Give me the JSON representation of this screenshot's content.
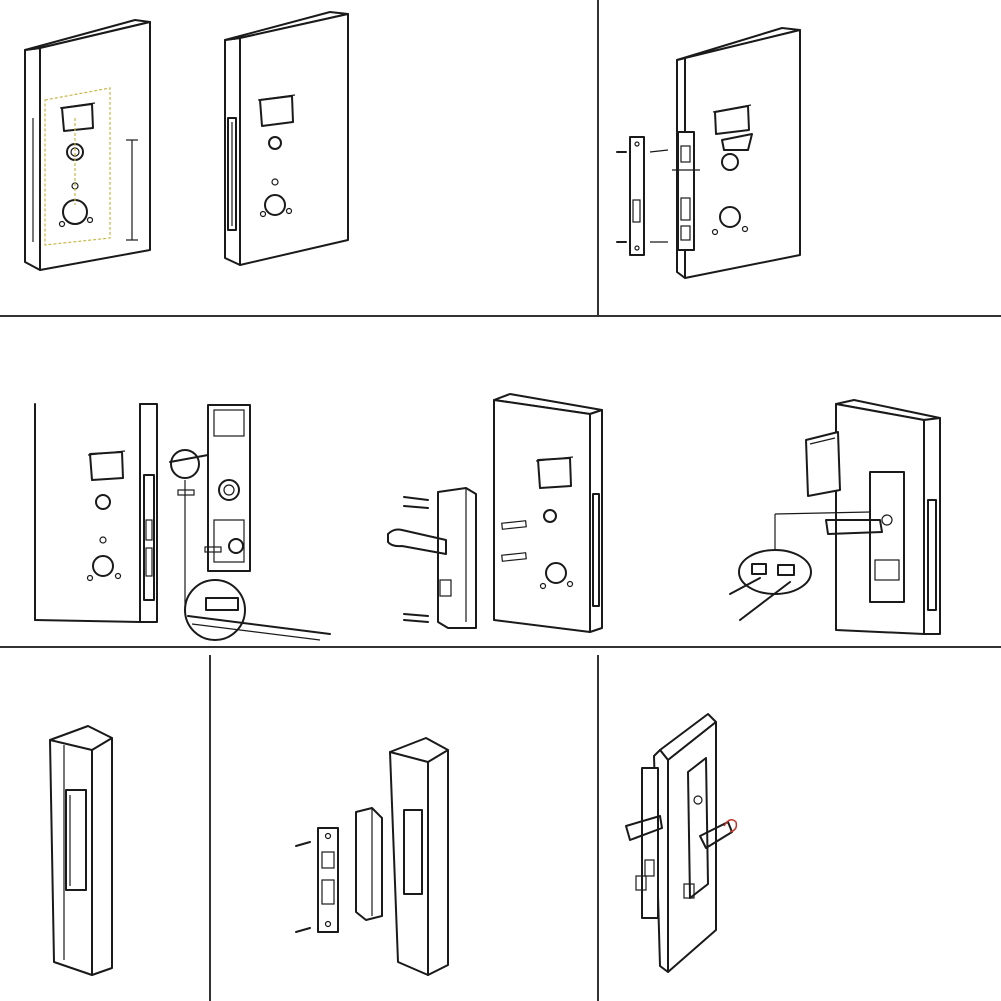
{
  "figure": {
    "grid_rows": 3,
    "panels": [
      {
        "id": "drill-template",
        "row": 1
      },
      {
        "id": "mortise-cut",
        "row": 1
      },
      {
        "id": "mortise-insert",
        "row": 1
      },
      {
        "id": "rear-unit-wiring",
        "row": 2
      },
      {
        "id": "front-handle-mount",
        "row": 2
      },
      {
        "id": "rear-unit-connect",
        "row": 2
      },
      {
        "id": "frame-cut",
        "row": 3
      },
      {
        "id": "strike-plate-mount",
        "row": 3
      },
      {
        "id": "assembled-lock",
        "row": 3
      }
    ],
    "colors": {
      "line": "#1a1a1a",
      "divider": "#333333",
      "dimension": "#c8b84a",
      "accent": "#c0392b"
    }
  }
}
